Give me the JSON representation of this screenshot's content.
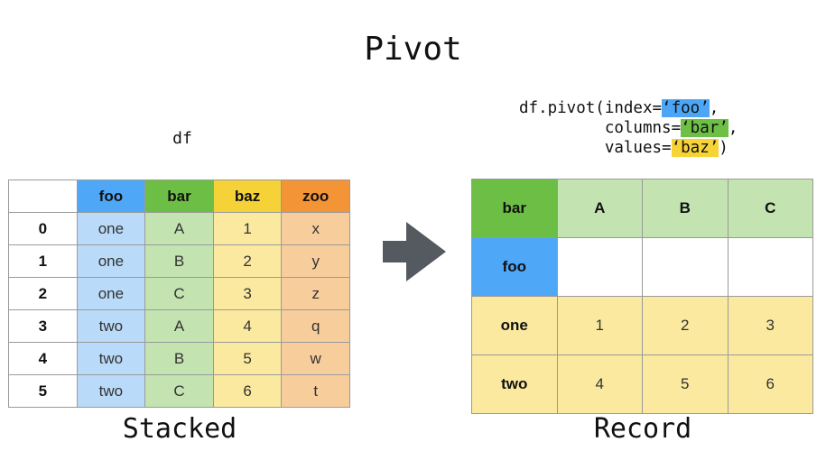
{
  "title": "Pivot",
  "df_label": "df",
  "code": {
    "line1_prefix": "df.pivot(index=",
    "index_arg": "‘foo’",
    "line1_suffix": ",",
    "line2_prefix": "columns=",
    "columns_arg": "‘bar’",
    "line2_suffix": ",",
    "line3_prefix": "values=",
    "values_arg": "‘baz’",
    "line3_suffix": ")"
  },
  "stacked_table": {
    "headers": [
      "foo",
      "bar",
      "baz",
      "zoo"
    ],
    "rows": [
      {
        "index": "0",
        "foo": "one",
        "bar": "A",
        "baz": "1",
        "zoo": "x"
      },
      {
        "index": "1",
        "foo": "one",
        "bar": "B",
        "baz": "2",
        "zoo": "y"
      },
      {
        "index": "2",
        "foo": "one",
        "bar": "C",
        "baz": "3",
        "zoo": "z"
      },
      {
        "index": "3",
        "foo": "two",
        "bar": "A",
        "baz": "4",
        "zoo": "q"
      },
      {
        "index": "4",
        "foo": "two",
        "bar": "B",
        "baz": "5",
        "zoo": "w"
      },
      {
        "index": "5",
        "foo": "two",
        "bar": "C",
        "baz": "6",
        "zoo": "t"
      }
    ]
  },
  "record_table": {
    "columns_label": "bar",
    "columns": [
      "A",
      "B",
      "C"
    ],
    "index_label": "foo",
    "rows": [
      {
        "index": "one",
        "values": [
          "1",
          "2",
          "3"
        ]
      },
      {
        "index": "two",
        "values": [
          "4",
          "5",
          "6"
        ]
      }
    ]
  },
  "captions": {
    "stacked": "Stacked",
    "record": "Record"
  },
  "colors": {
    "foo_header": "#4ea8f7",
    "bar_header": "#6cbf44",
    "baz_header": "#f5d237",
    "zoo_header": "#f39436",
    "foo_cell": "#b9daf8",
    "bar_cell": "#c3e3b1",
    "baz_cell": "#fbe9a0",
    "zoo_cell": "#f8cd9c",
    "arrow": "#555a60"
  },
  "icons": {
    "arrow": "right-arrow-icon"
  }
}
